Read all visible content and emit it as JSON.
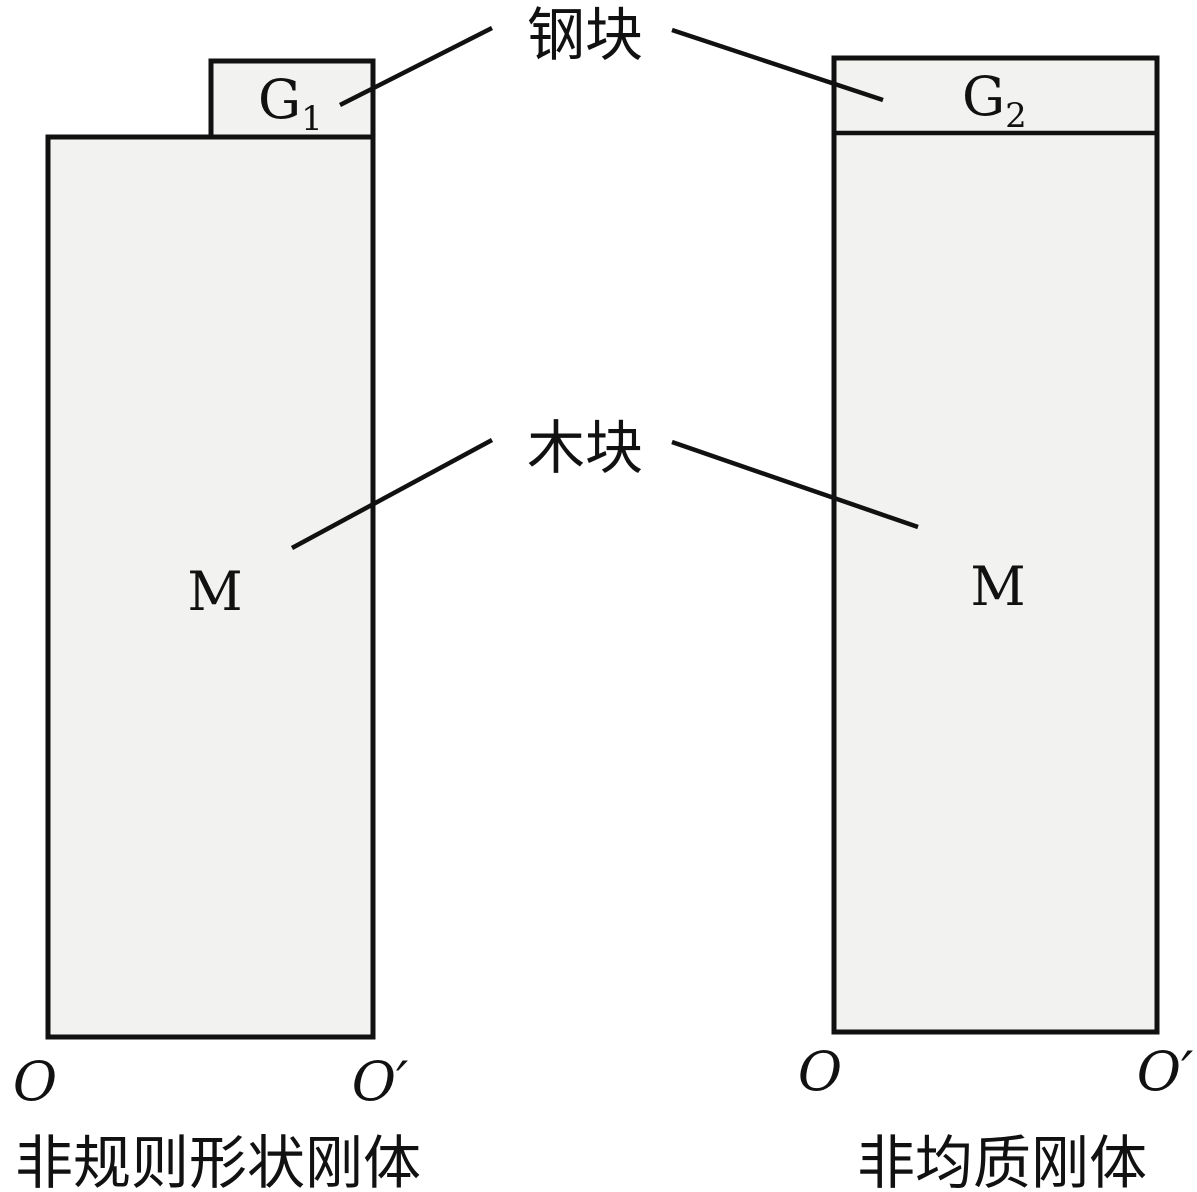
{
  "labels": {
    "steel_block": "钢块",
    "wood_block": "木块"
  },
  "left_body": {
    "steel": {
      "letter": "G",
      "sub": "1"
    },
    "wood": "M",
    "axis_left": "O",
    "axis_right": "O′",
    "caption": "非规则形状刚体"
  },
  "right_body": {
    "steel": {
      "letter": "G",
      "sub": "2"
    },
    "wood": "M",
    "axis_left": "O",
    "axis_right": "O′",
    "caption": "非均质刚体"
  },
  "colors": {
    "fill": "#f2f2f0",
    "stroke": "#111111"
  }
}
